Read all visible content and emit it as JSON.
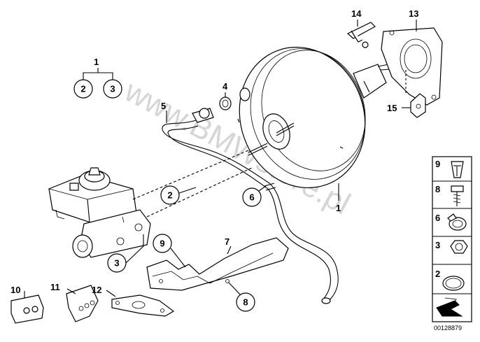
{
  "diagram": {
    "watermark": "www.BMWstore.pl",
    "drawing_code": "00128879",
    "callouts": {
      "c1_top": "1",
      "c1_bottom": "1",
      "c2_group": "2",
      "c3_group": "3",
      "c2_line": "2",
      "c3_master": "3",
      "c4": "4",
      "c5": "5",
      "c6": "6",
      "c7": "7",
      "c8": "8",
      "c9": "9",
      "c10": "10",
      "c11": "11",
      "c12": "12",
      "c13": "13",
      "c14": "14",
      "c15": "15"
    },
    "legend": [
      {
        "number": "9",
        "icon": "clip-nut-icon"
      },
      {
        "number": "8",
        "icon": "screw-icon"
      },
      {
        "number": "6",
        "icon": "hose-clamp-icon"
      },
      {
        "number": "3",
        "icon": "hex-nut-icon"
      },
      {
        "number": "2",
        "icon": "o-ring-icon"
      }
    ]
  }
}
